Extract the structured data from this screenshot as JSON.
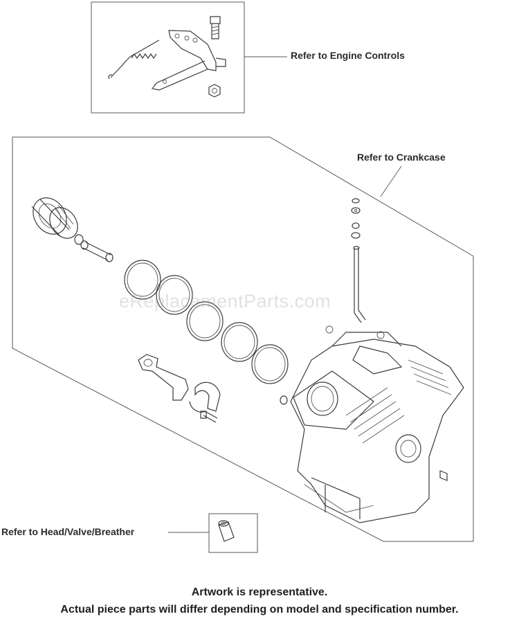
{
  "callouts": {
    "engine_controls": "Refer to Engine Controls",
    "crankcase": "Refer to Crankcase",
    "head_valve_breather": "Refer to Head/Valve/Breather"
  },
  "watermark": "eReplacementParts.com",
  "footer": {
    "line1": "Artwork is representative.",
    "line2": "Actual piece parts will differ depending on model and specification number."
  }
}
